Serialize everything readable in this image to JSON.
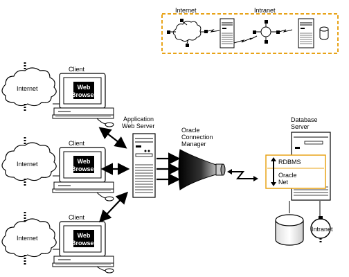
{
  "inset": {
    "internet_label": "Internet",
    "intranet_label": "Intranet",
    "border_color": "#E8A317"
  },
  "clients": [
    {
      "label": "Client",
      "screen_line1": "Web",
      "screen_line2": "Browser",
      "cloud_label": "Internet"
    },
    {
      "label": "Client",
      "screen_line1": "Web",
      "screen_line2": "Browser",
      "cloud_label": "Internet"
    },
    {
      "label": "Client",
      "screen_line1": "Web",
      "screen_line2": "Browser",
      "cloud_label": "Internet"
    }
  ],
  "app_server": {
    "label_line1": "Application",
    "label_line2": "Web Server"
  },
  "connection_manager": {
    "label_line1": "Oracle",
    "label_line2": "Connection",
    "label_line3": "Manager"
  },
  "database_server": {
    "label_line1": "Database",
    "label_line2": "Server",
    "rdbms_label": "RDBMS",
    "oracle_net_line1": "Oracle",
    "oracle_net_line2": "Net",
    "intranet_label": "Intranet"
  }
}
